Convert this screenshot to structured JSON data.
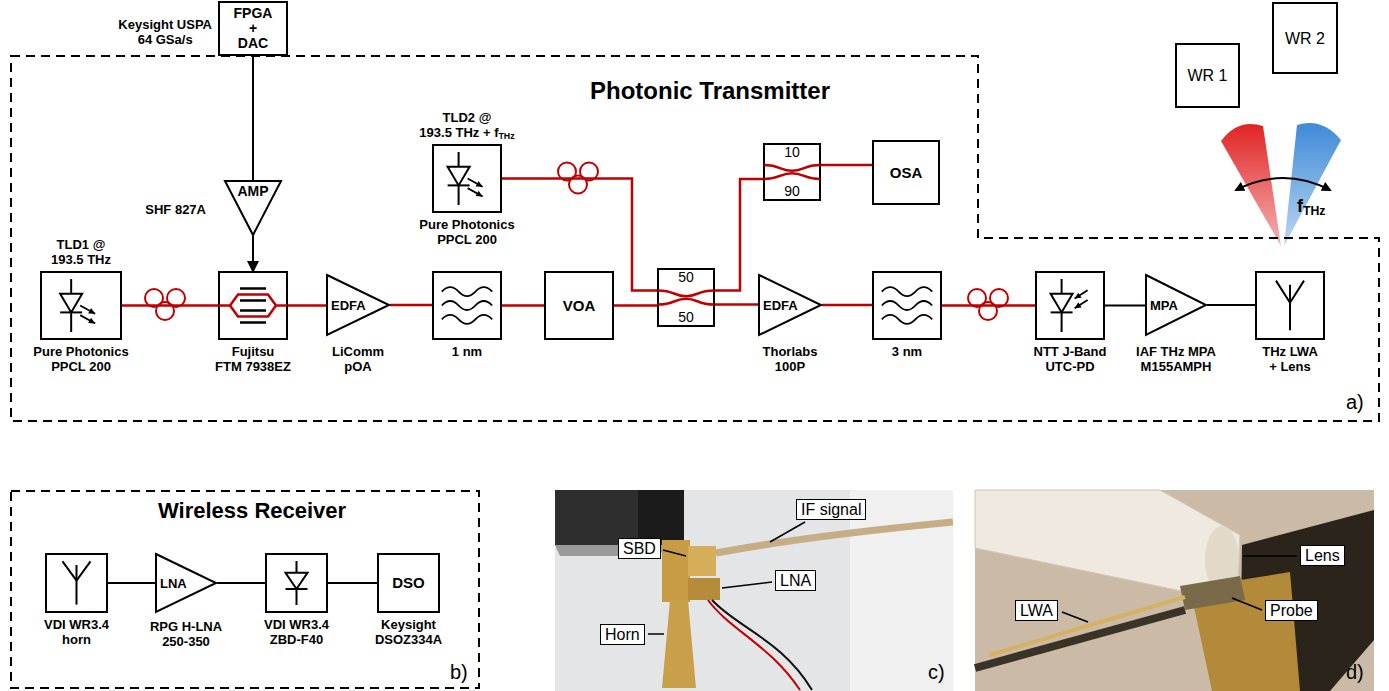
{
  "diagram": {
    "nodes": [
      {
        "text": [
          "Photonic Transmitter"
        ]
      },
      {
        "text": [
          "FPGA + DAC",
          "Keysight USPA 64 GSa/s"
        ],
        "in": 0
      },
      {
        "text": [
          "AMP",
          "SHF 827A"
        ],
        "in": 0
      },
      {
        "text": [
          "TLD1 @ 193.5 THz",
          "Pure Photonics PPCL 200"
        ],
        "in": 0
      },
      {
        "text": [
          "Fujitsu FTM 7938EZ"
        ],
        "in": 0
      },
      {
        "text": [
          "EDFA",
          "LiComm pOA"
        ],
        "in": 0
      },
      {
        "text": [
          "1 nm"
        ],
        "in": 0
      },
      {
        "text": [
          "VOA"
        ],
        "in": 0
      },
      {
        "text": [
          "TLD2 @ 193.5 THz + fTHz",
          "Pure Photonics PPCL 200"
        ],
        "in": 0
      },
      {
        "text": [
          "50",
          "50"
        ],
        "in": 0
      },
      {
        "text": [
          "10",
          "90"
        ],
        "in": 0
      },
      {
        "text": [
          "OSA"
        ],
        "in": 0
      },
      {
        "text": [
          "EDFA",
          "Thorlabs 100P"
        ],
        "in": 0
      },
      {
        "text": [
          "3 nm"
        ],
        "in": 0
      },
      {
        "text": [
          "NTT J-Band UTC-PD"
        ],
        "in": 0
      },
      {
        "text": [
          "MPA",
          "IAF THz MPA M155AMPH"
        ],
        "in": 0
      },
      {
        "text": [
          "THz LWA + Lens"
        ],
        "in": 0
      },
      {
        "text": [
          "WR 1"
        ]
      },
      {
        "text": [
          "WR 2"
        ]
      },
      {
        "text": [
          "Wireless Receiver"
        ]
      },
      {
        "text": [
          "VDI WR3.4 horn"
        ],
        "in": 19
      },
      {
        "text": [
          "LNA",
          "RPG H-LNA 250-350"
        ],
        "in": 19
      },
      {
        "text": [
          "VDI WR3.4 ZBD-F40"
        ],
        "in": 19
      },
      {
        "text": [
          "DSO",
          "Keysight DSOZ334A"
        ],
        "in": 19
      }
    ],
    "edges": [
      {
        "from": 3,
        "to": 4,
        "arrow": "none"
      },
      {
        "from": 1,
        "to": 2,
        "arrow": "none"
      },
      {
        "from": 2,
        "to": 4,
        "arrow": "to"
      },
      {
        "from": 4,
        "to": 5,
        "arrow": "none"
      },
      {
        "from": 5,
        "to": 6,
        "arrow": "none"
      },
      {
        "from": 6,
        "to": 7,
        "arrow": "none"
      },
      {
        "from": 7,
        "to": 9,
        "arrow": "none"
      },
      {
        "from": 8,
        "to": 9,
        "arrow": "none"
      },
      {
        "from": 9,
        "to": 10,
        "arrow": "none"
      },
      {
        "from": 10,
        "to": 11,
        "arrow": "none"
      },
      {
        "from": 9,
        "to": 12,
        "arrow": "none"
      },
      {
        "from": 12,
        "to": 13,
        "arrow": "none"
      },
      {
        "from": 13,
        "to": 14,
        "arrow": "none"
      },
      {
        "from": 14,
        "to": 15,
        "arrow": "none"
      },
      {
        "from": 15,
        "to": 16,
        "arrow": "none"
      },
      {
        "from": 20,
        "to": 21,
        "arrow": "none"
      },
      {
        "from": 21,
        "to": 22,
        "arrow": "none"
      },
      {
        "from": 22,
        "to": 23,
        "arrow": "none"
      }
    ],
    "labels": [
      "fTHz",
      "a)",
      "b)",
      "IF signal",
      "SBD",
      "LNA",
      "Horn",
      "c)",
      "Lens",
      "LWA",
      "Probe",
      "d)"
    ]
  }
}
